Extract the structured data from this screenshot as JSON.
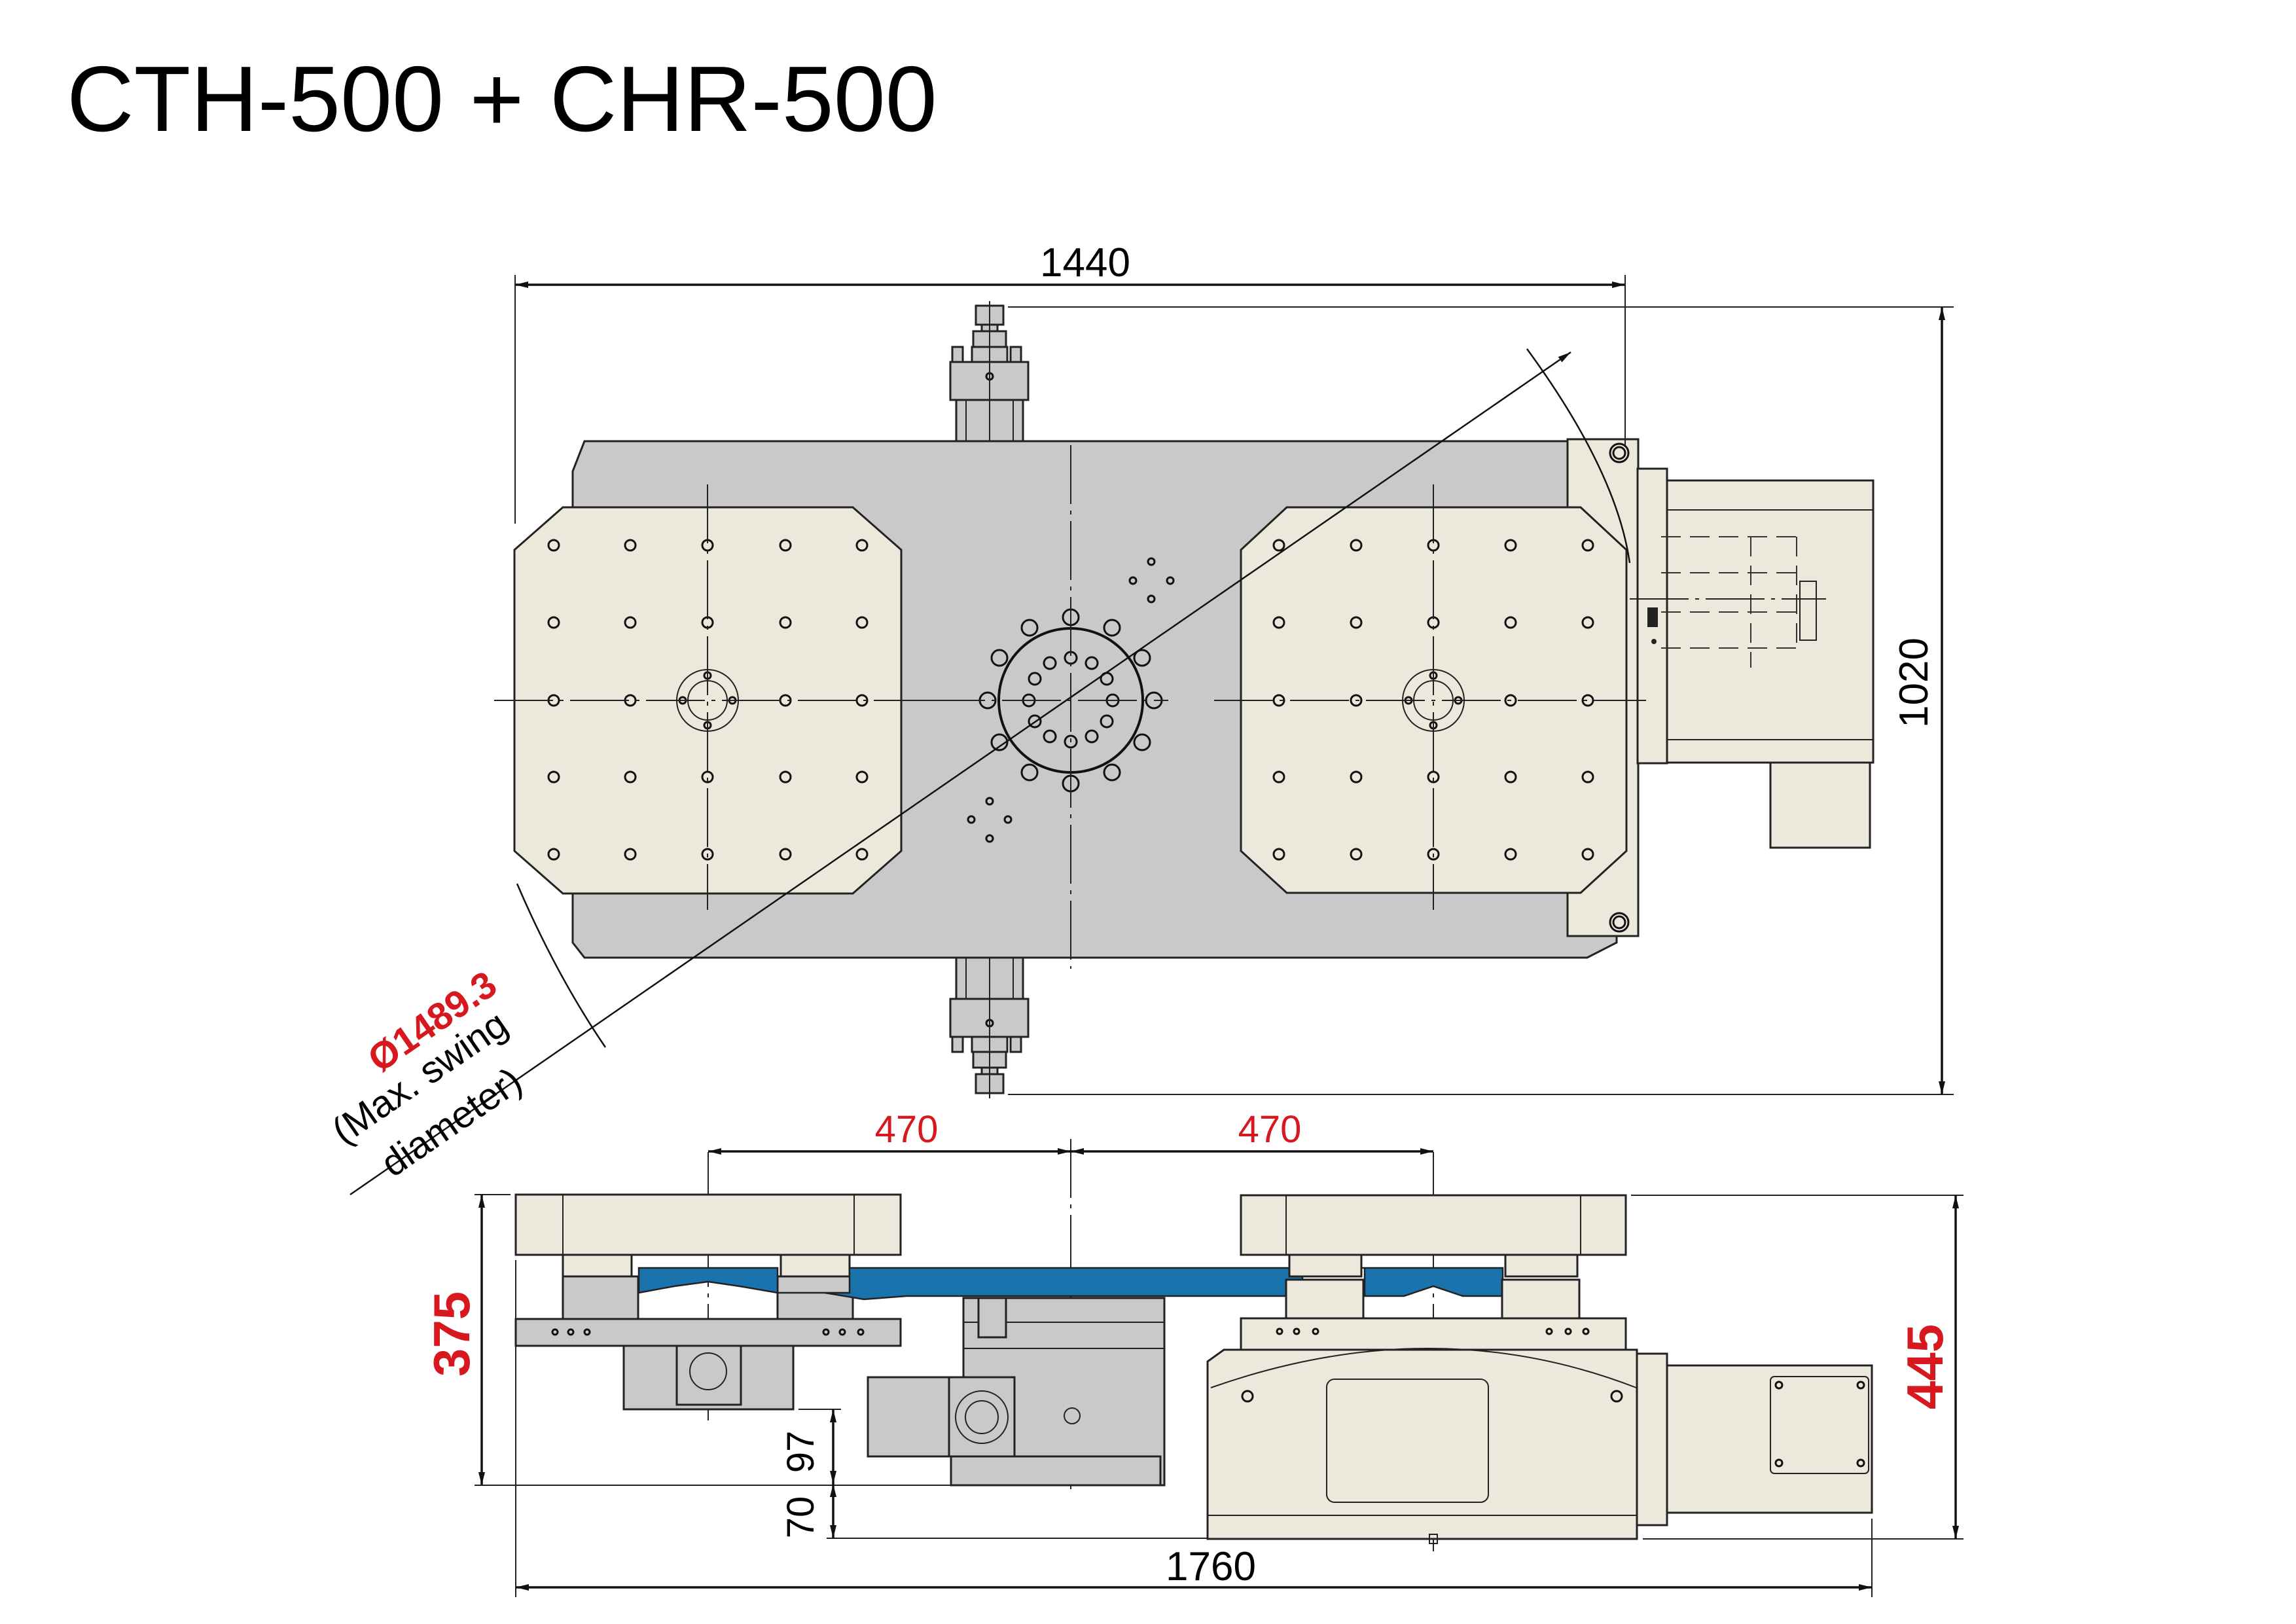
{
  "title": "CTH-500 + CHR-500",
  "colors": {
    "cream": "#ece9dc",
    "grey": "#c8c9c8",
    "blue": "#1a73ad",
    "red": "#d7191f",
    "line": "#111111"
  },
  "top_view": {
    "dimensions": {
      "width": "1440",
      "height": "1020",
      "swing_diameter_value": "Ø1489.3",
      "swing_diameter_note_line1": "(Max. swing",
      "swing_diameter_note_line2": "diameter)"
    },
    "pallet_hole_grid": {
      "rows": 5,
      "cols": 5
    }
  },
  "side_view": {
    "dimensions": {
      "left_spacing": "470",
      "right_spacing": "470",
      "left_height": "375",
      "right_height": "445",
      "step_upper": "97",
      "step_lower": "70",
      "overall_length": "1760"
    }
  }
}
